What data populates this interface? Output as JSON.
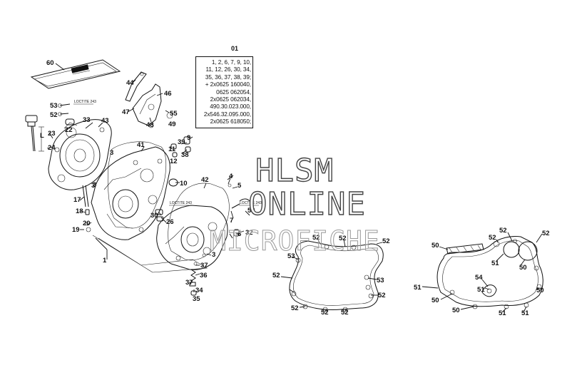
{
  "info_box": {
    "ref": "01",
    "lines": [
      "1, 2, 6, 7, 9, 10,",
      "11, 12, 26, 30, 34,",
      "35, 36, 37, 38, 39;",
      "+ 2x0625 160040,",
      "0625 062054,",
      "2x0625 062034,",
      "490.30.023.000,",
      "2x546.32.095.000,",
      "2x0625 618050;"
    ]
  },
  "watermark": {
    "line1": "HLSM",
    "line2": "ONLINE",
    "line3": "MICROFICHE"
  },
  "notes": {
    "loctite_1": "LOCTITE 243",
    "loctite_2": "LOCTITE 243",
    "loctite_3": "LOCTITE 243"
  },
  "labels": {
    "l60": "60",
    "l44": "44",
    "l46": "46",
    "l47": "47",
    "l48": "48",
    "l55": "55",
    "l49": "49",
    "l53": "53",
    "l52a": "52",
    "l33": "33",
    "l22": "22",
    "l43": "43",
    "l23": "23",
    "l24": "24",
    "lL": "L",
    "l3a": "3",
    "l41": "41",
    "l39": "39",
    "l9": "9",
    "l11": "11",
    "l38": "38",
    "l12": "12",
    "l10": "10",
    "l42": "42",
    "l4": "4",
    "l5": "5",
    "l17": "17",
    "l18": "18",
    "l19": "19",
    "l20": "20",
    "l3b": "3",
    "l26": "26",
    "l30": "30",
    "l7": "7",
    "l52b": "52",
    "l32": "32",
    "l6": "6",
    "l1": "1",
    "l3c": "3",
    "l37a": "37",
    "l36": "36",
    "l37b": "37",
    "l34": "34",
    "l35": "35",
    "l3d": "3",
    "g52a": "52",
    "g52b": "52",
    "g53a": "53",
    "g52c": "52",
    "g53b": "53",
    "g52d": "52",
    "g52e": "52",
    "g52f": "52",
    "g52g": "52",
    "h52a": "52",
    "h52b": "52",
    "h50a": "50",
    "h51a": "51",
    "h50b": "50",
    "h54": "54",
    "h51b": "51",
    "h50c": "50",
    "h50d": "50",
    "h50e": "50",
    "h51c": "51",
    "h51d": "51"
  }
}
